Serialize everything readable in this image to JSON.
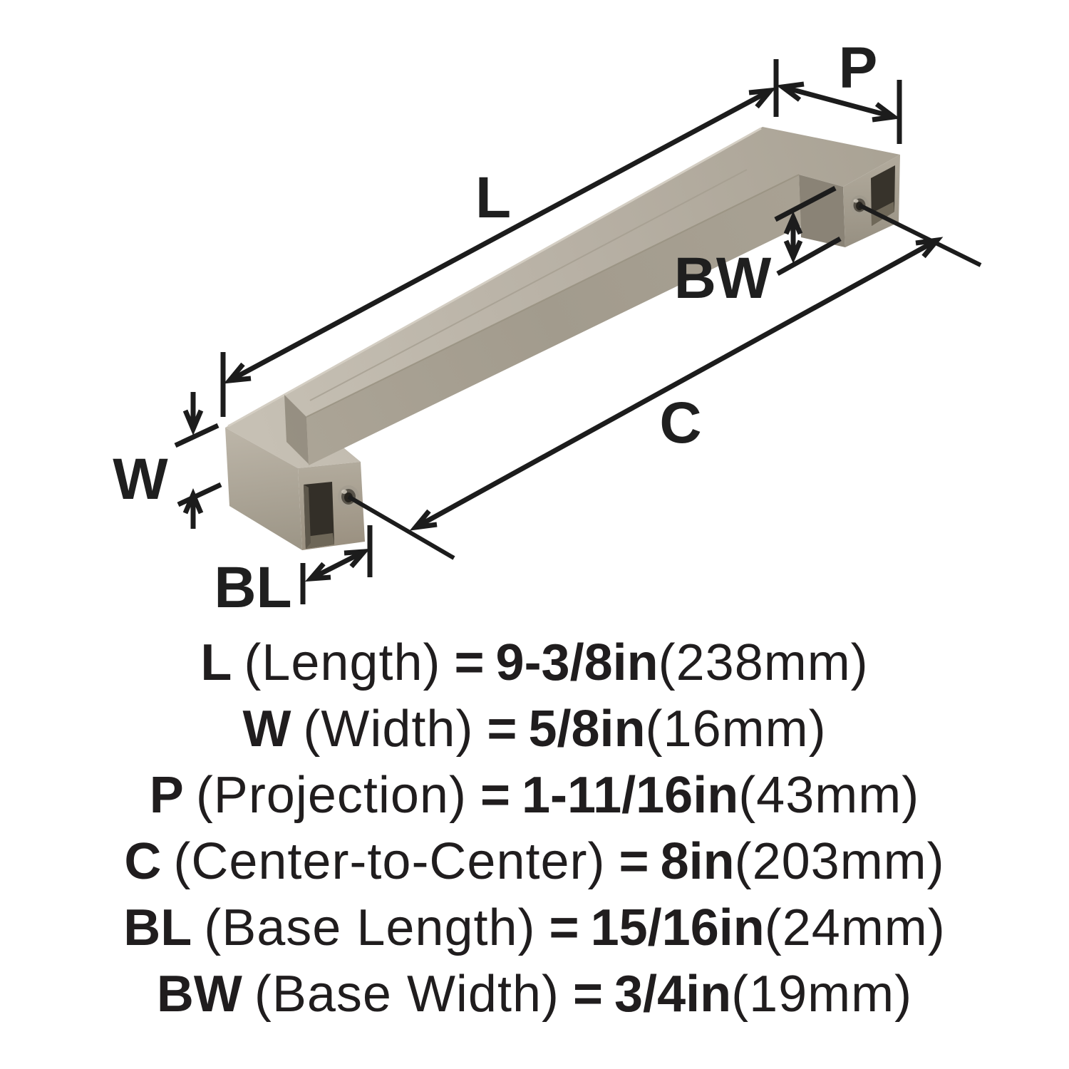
{
  "figure": {
    "kind": "cabinet pull handle dimension diagram",
    "background": "#ffffff",
    "line_color": "#1c1c1c",
    "metal_light": "#c4beb2",
    "metal_mid": "#a9a294",
    "metal_dark": "#8a8376",
    "recess_color": "#332f28"
  },
  "specs": [
    {
      "code": "L",
      "desc": "(Length)",
      "eq": "=",
      "value": "9-3/8in",
      "metric": "(238mm)"
    },
    {
      "code": "W",
      "desc": "(Width)",
      "eq": "=",
      "value": "5/8in",
      "metric": "(16mm)"
    },
    {
      "code": "P",
      "desc": "(Projection)",
      "eq": "=",
      "value": "1-11/16in",
      "metric": "(43mm)"
    },
    {
      "code": "C",
      "desc": "(Center-to-Center)",
      "eq": "=",
      "value": "8in",
      "metric": "(203mm)"
    },
    {
      "code": "BL",
      "desc": "(Base Length)",
      "eq": "=",
      "value": "15/16in",
      "metric": "(24mm)"
    },
    {
      "code": "BW",
      "desc": "(Base Width)",
      "eq": "=",
      "value": "3/4in",
      "metric": "(19mm)"
    }
  ]
}
